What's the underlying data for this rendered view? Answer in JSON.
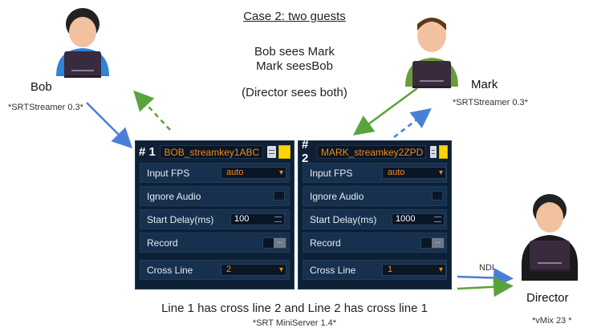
{
  "title": "Case 2:  two guests",
  "lines": [
    "Bob sees Mark",
    "Mark seesBob",
    "(Director sees both)"
  ],
  "bob": {
    "name": "Bob",
    "software": "*SRTStreamer 0.3*"
  },
  "mark": {
    "name": "Mark",
    "software": "*SRTStreamer 0.3*"
  },
  "director": {
    "name": "Director",
    "software": "*vMix 23 *"
  },
  "ndi_label": "NDI",
  "footer": {
    "caption": "Line 1 has cross line 2  and Line 2 has cross line 1",
    "server": "*SRT MiniServer 1.4*"
  },
  "panels": [
    {
      "number": "# 1",
      "streamkey": "BOB_streamkey1ABC",
      "input_fps_label": "Input FPS",
      "input_fps_value": "auto",
      "ignore_audio_label": "Ignore Audio",
      "start_delay_label": "Start Delay(ms)",
      "start_delay_value": "100",
      "record_label": "Record",
      "cross_line_label": "Cross Line",
      "cross_line_value": "2"
    },
    {
      "number": "# 2",
      "streamkey": "MARK_streamkey2ZPD",
      "input_fps_label": "Input FPS",
      "input_fps_value": "auto",
      "ignore_audio_label": "Ignore Audio",
      "start_delay_label": "Start Delay(ms)",
      "start_delay_value": "1000",
      "record_label": "Record",
      "cross_line_label": "Cross Line",
      "cross_line_value": "1"
    }
  ],
  "colors": {
    "blue_arrow": "#4a7fd6",
    "green_arrow": "#5aa33a",
    "panel_bg": "#0e2036",
    "accent": "#f28a1a"
  }
}
